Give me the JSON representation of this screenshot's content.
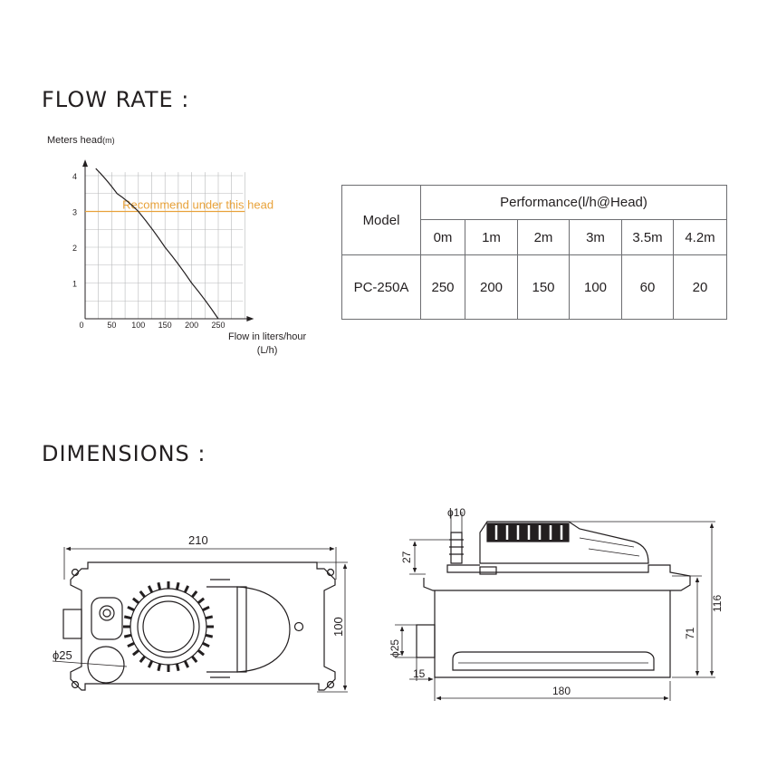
{
  "flow_rate": {
    "heading": "FLOW RATE :",
    "y_label": "Meters head",
    "y_unit": "(m)",
    "x_label_line1": "Flow in liters/hour",
    "x_label_line2": "(L/h)",
    "recommend_text": "Recommend under this head",
    "y_ticks": [
      "1",
      "2",
      "3",
      "4"
    ],
    "x_ticks": [
      "0",
      "50",
      "100",
      "150",
      "200",
      "250"
    ]
  },
  "chart_data": {
    "type": "line",
    "xlabel": "Flow in liters/hour (L/h)",
    "ylabel": "Meters head(m)",
    "xlim": [
      0,
      300
    ],
    "ylim": [
      0,
      4.3
    ],
    "grid": true,
    "series": [
      {
        "x": [
          250,
          200,
          150,
          100,
          60,
          20
        ],
        "y": [
          0,
          1,
          2,
          3,
          3.5,
          4.2
        ]
      }
    ],
    "recommend_head": 3,
    "colors": {
      "curve": "#231f20",
      "recommend": "#e8a23a",
      "grid": "#b8b9bb"
    }
  },
  "performance_table": {
    "model_header": "Model",
    "performance_header": "Performance(l/h@Head)",
    "heads": [
      "0m",
      "1m",
      "2m",
      "3m",
      "3.5m",
      "4.2m"
    ],
    "model": "PC-250A",
    "values": [
      "250",
      "200",
      "150",
      "100",
      "60",
      "20"
    ]
  },
  "dimensions": {
    "heading": "DIMENSIONS :",
    "top_width": "210",
    "top_height": "100",
    "top_outlet": "ϕ25",
    "side_pipe": "ϕ10",
    "side_27": "27",
    "side_outlet": "ϕ25",
    "side_15": "15",
    "side_180": "180",
    "side_71": "71",
    "side_116": "116"
  }
}
